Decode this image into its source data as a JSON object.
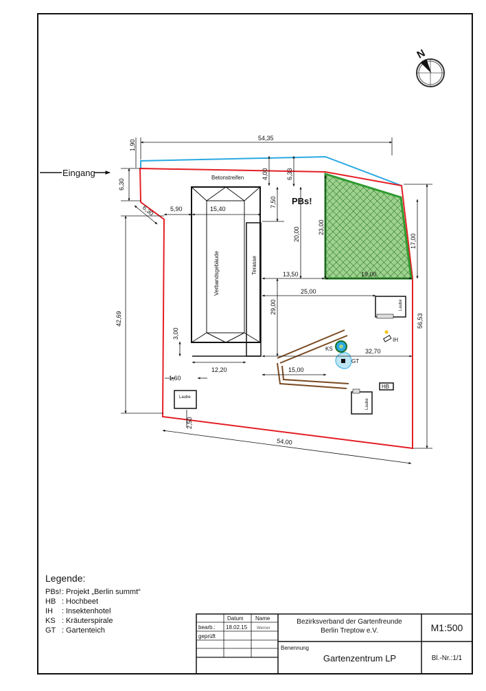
{
  "plan": {
    "entrance_label": "Eingang",
    "concrete_strip_label": "Betonstreifen",
    "building_label": "Verbandsgebäude",
    "terrace_label": "Terasse",
    "project_mark": "PBs!",
    "arbor_label": "Laube",
    "raised_bed_mark": "HB",
    "insect_hotel_mark": "IH",
    "herb_spiral_mark": "KS",
    "pond_mark": "GT",
    "north_mark": "N"
  },
  "dimensions": {
    "top_width": "54,35",
    "top_offset": "1,90",
    "entrance_depth": "6,30",
    "diagonal": "6,30",
    "left_gap": "5,90",
    "building_width": "15,40",
    "strip_depth": "4,00",
    "right_top_offset": "6,33",
    "terrace_offset": "7,50",
    "vertical_20": "20,00",
    "vertical_23": "23,00",
    "right_17": "17,00",
    "width_13_50": "13,50",
    "width_19": "19,00",
    "width_25": "25,00",
    "left_height": "42,69",
    "vertical_29": "29,00",
    "right_height": "56,53",
    "building_offset": "3,00",
    "width_12_20": "12,20",
    "width_32_70": "32,70",
    "width_15": "15,00",
    "offset_1_60": "1,60",
    "bottom_offset": "2,50",
    "bottom_width": "54,00"
  },
  "legend": {
    "title": "Legende:",
    "entries": [
      {
        "code": "PBs!",
        "sep": ":",
        "text": "Projekt „Berlin summt“"
      },
      {
        "code": "HB",
        "sep": ":",
        "text": "Hochbeet"
      },
      {
        "code": "IH",
        "sep": ":",
        "text": "Insektenhotel"
      },
      {
        "code": "KS",
        "sep": ":",
        "text": "Kräuterspirale"
      },
      {
        "code": "GT",
        "sep": ":",
        "text": "Gartenteich"
      }
    ]
  },
  "title_block": {
    "col_date": "Datum",
    "col_name": "Name",
    "row_edited": "bearb.:",
    "row_checked": "geprüft",
    "edited_date": "18.02.15",
    "edited_name": "Werner",
    "org_line1": "Bezirksverband der Gartenfreunde",
    "org_line2": "Berlin Treptow e.V.",
    "scale": "M1:500",
    "designation_label": "Benennung",
    "designation": "Gartenzentrum LP",
    "sheet_no": "Bl.-Nr.:1/1"
  },
  "colors": {
    "boundary": "#e31e24",
    "blue_line": "#29a9e1",
    "green_area": "#2f9a2f",
    "path_brown": "#7a4a22"
  }
}
